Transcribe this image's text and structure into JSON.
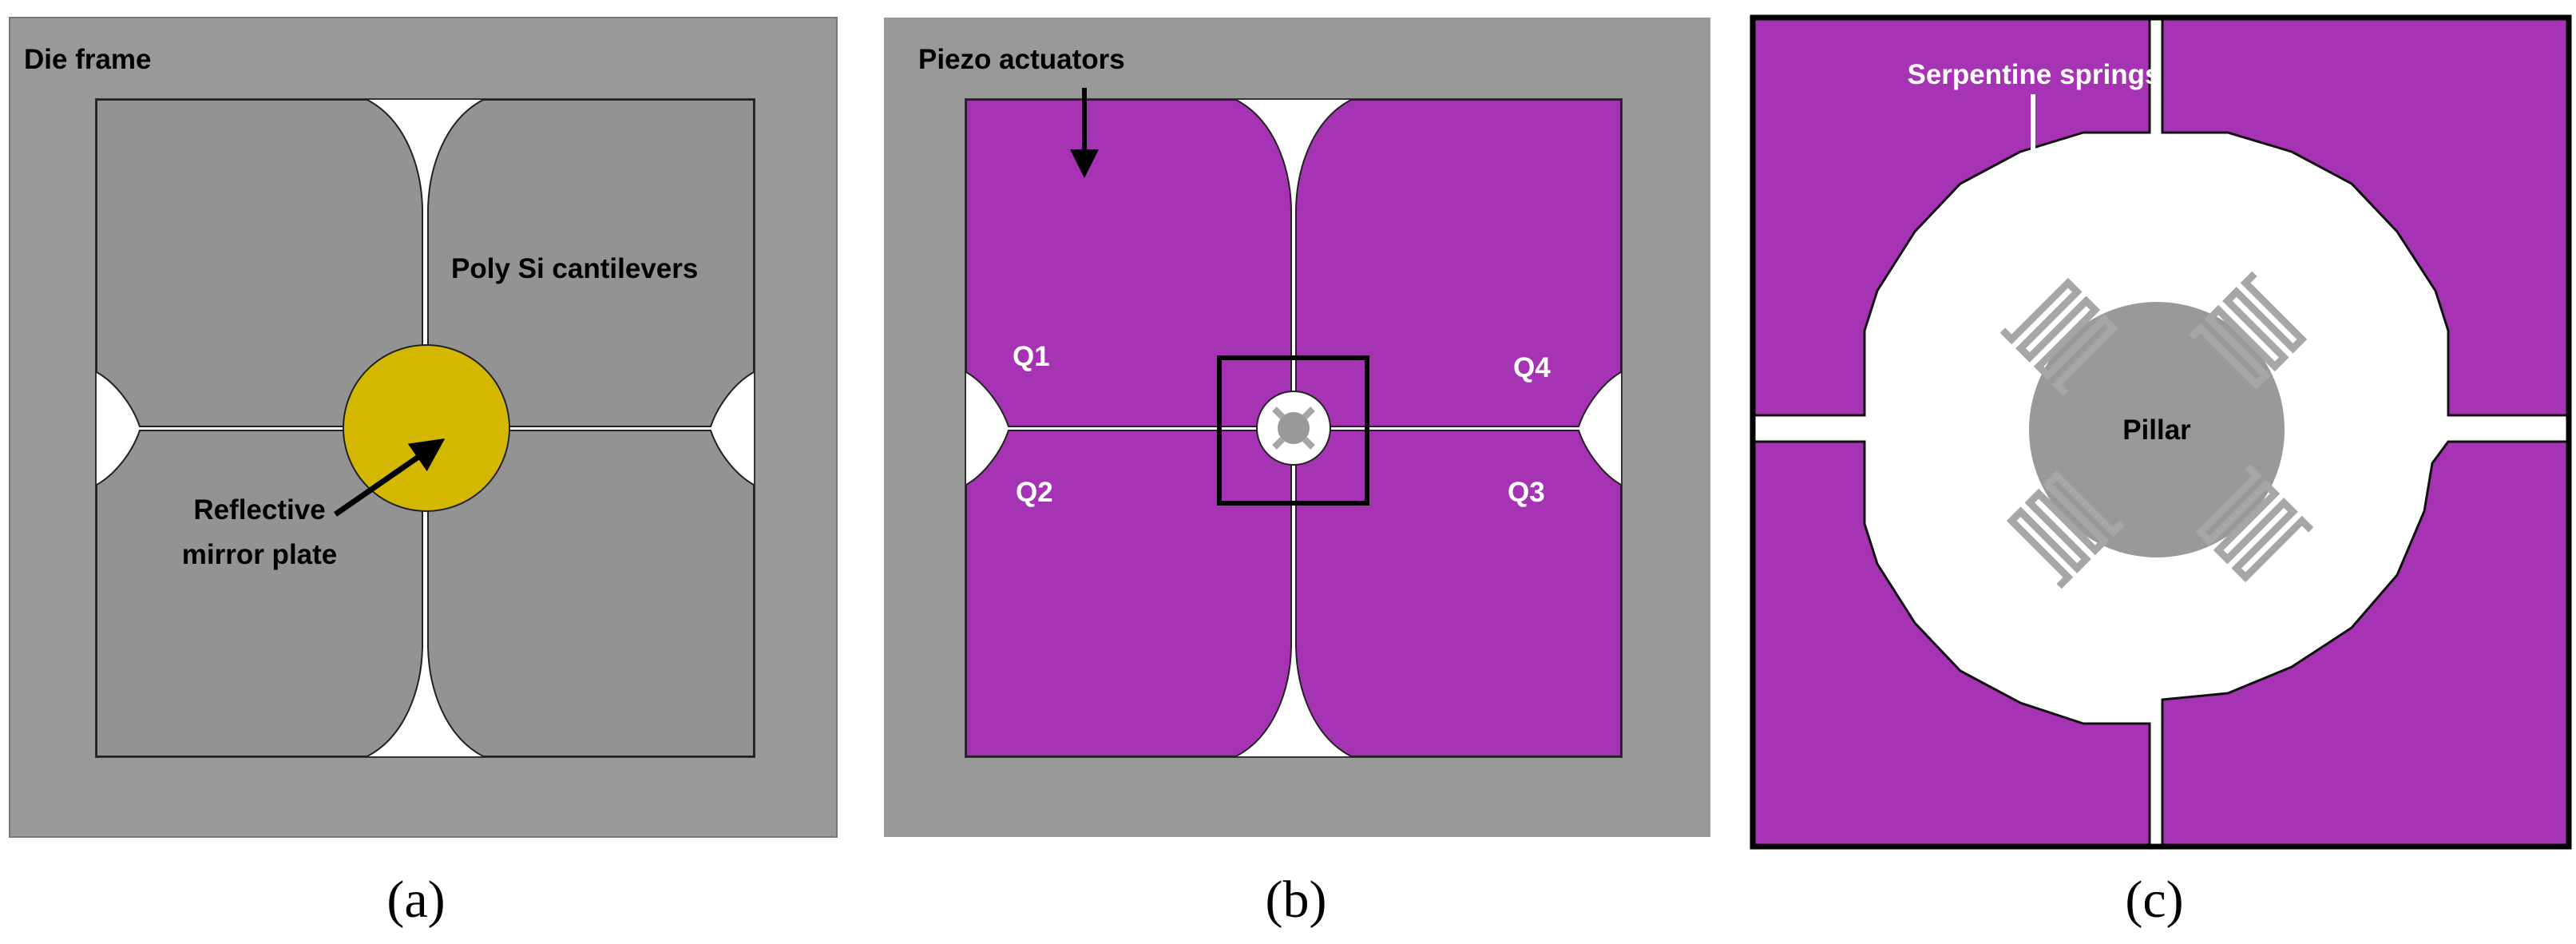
{
  "panels": [
    {
      "id": "a",
      "caption": "(a)",
      "labels": {
        "die_frame": "Die frame",
        "cantilevers": "Poly Si cantilevers",
        "mirror_line1": "Reflective",
        "mirror_line2": "mirror plate"
      }
    },
    {
      "id": "b",
      "caption": "(b)",
      "labels": {
        "piezo": "Piezo actuators",
        "q1": "Q1",
        "q2": "Q2",
        "q3": "Q3",
        "q4": "Q4"
      }
    },
    {
      "id": "c",
      "caption": "(c)",
      "labels": {
        "springs": "Serpentine springs",
        "pillar": "Pillar"
      }
    }
  ],
  "colors": {
    "frame_gray": "#999999",
    "cantilever_gray": "#939393",
    "mirror_gold": "#d4b800",
    "piezo_purple": "#a633b4",
    "spring_gray": "#a6a6a6",
    "white": "#ffffff",
    "outline": "#1a1a1a"
  }
}
